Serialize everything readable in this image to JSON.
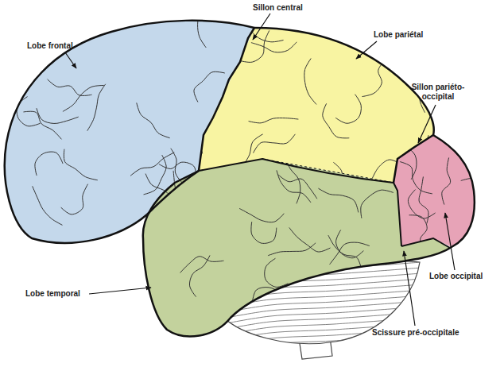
{
  "diagram": {
    "labels": [
      "Sillon central",
      "Lobe frontal",
      "Lobe pariétal",
      "Sillon pariéto-occipital",
      "Lobe occipital",
      "Scissure pré-occipitale",
      "Lobe temporal"
    ]
  }
}
